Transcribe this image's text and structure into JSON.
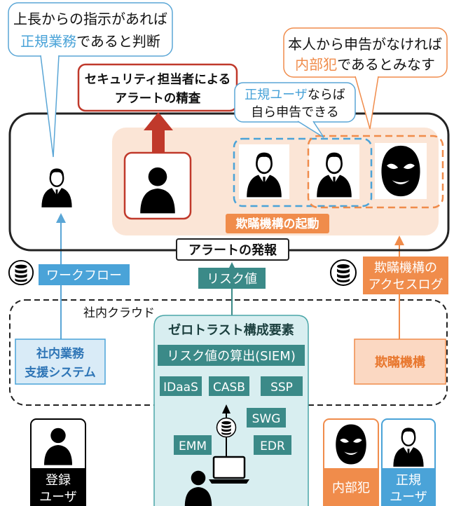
{
  "bubbles": {
    "supervisor": {
      "line1": "上長からの指示があれば",
      "line2_highlight": "正規業務",
      "line2_rest": "であると判断"
    },
    "insider": {
      "line1": "本人から申告がなければ",
      "line2_highlight": "内部犯",
      "line2_rest": "であるとみなす"
    },
    "legit": {
      "line1_highlight": "正規ユーザ",
      "line1_rest": "ならば",
      "line2": "自ら申告できる"
    }
  },
  "security_review": {
    "line1": "セキュリティ担当者による",
    "line2": "アラートの精査"
  },
  "labels": {
    "deception_trigger": "欺瞞機構の起動",
    "alert": "アラートの発報",
    "workflow": "ワークフロー",
    "risk_value": "リスク値",
    "deception_log_line1": "欺瞞機構の",
    "deception_log_line2": "アクセスログ",
    "internal_cloud": "社内クラウド"
  },
  "systems": {
    "business_support": {
      "line1": "社内業務",
      "line2": "支援システム"
    },
    "deception": "欺瞞機構",
    "zero_trust": {
      "title": "ゼロトラスト構成要素",
      "siem": "リスク値の算出(SIEM)",
      "components": [
        "IDaaS",
        "CASB",
        "SSP",
        "SWG",
        "EMM",
        "EDR"
      ]
    }
  },
  "legend": {
    "registered_user": {
      "line1": "登録",
      "line2": "ユーザ"
    },
    "insider": "内部犯",
    "legit_user": {
      "line1": "正規",
      "line2": "ユーザ"
    }
  },
  "colors": {
    "blue": "#4aa3d8",
    "orange": "#f08c4b",
    "teal": "#3b8a88",
    "red": "#c0392b",
    "peach": "#fbe5d6"
  }
}
